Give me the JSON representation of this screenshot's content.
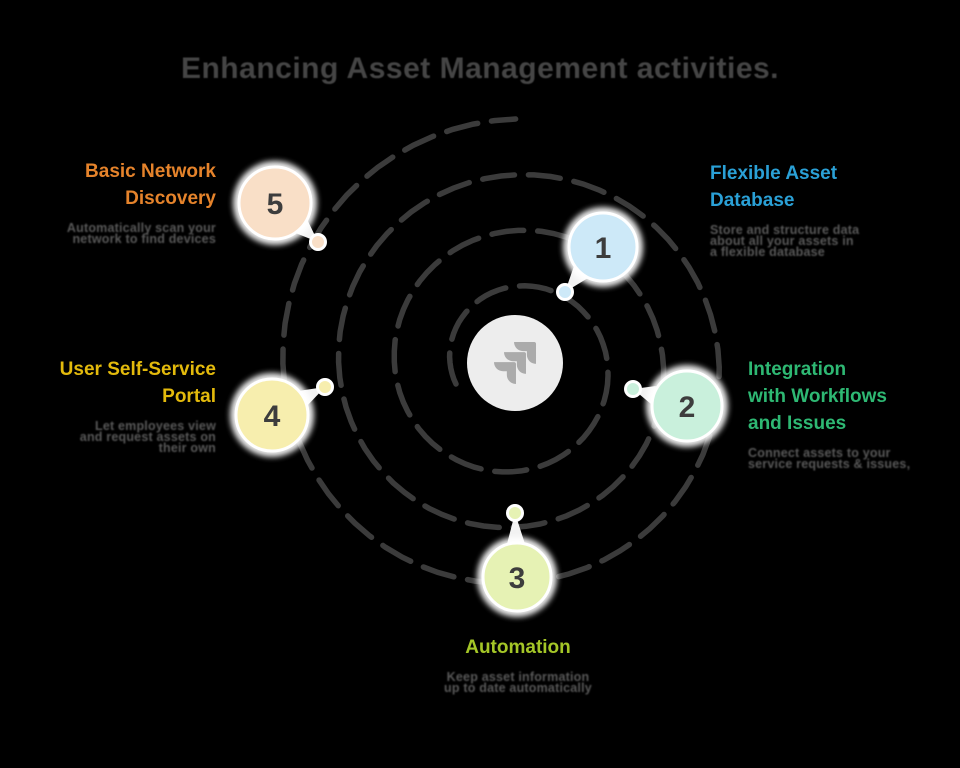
{
  "title": "Enhancing Asset Management activities.",
  "background_color": "#000000",
  "spiral_color": "#3b3b3b",
  "center": {
    "logo": "jira-logo",
    "circle_color": "#ededed",
    "logo_color": "#ababab"
  },
  "items": [
    {
      "number": "1",
      "label": "Flexible Asset\nDatabase",
      "description": "Store and structure data\nabout all your assets in\na flexible database",
      "colors": {
        "label": "#2aa0d6",
        "bubble": "#cde9f8"
      }
    },
    {
      "number": "2",
      "label": "Integration\nwith Workflows\nand Issues",
      "description": "Connect assets to your\nservice requests & issues,",
      "colors": {
        "label": "#2eb873",
        "bubble": "#c9f0dc"
      }
    },
    {
      "number": "3",
      "label": "Automation",
      "description": "Keep asset information\nup to date automatically",
      "colors": {
        "label": "#a4c627",
        "bubble": "#e6f2b4"
      }
    },
    {
      "number": "4",
      "label": "User Self-Service\nPortal",
      "description": "Let employees view\nand request assets on\ntheir own",
      "colors": {
        "label": "#e3ba0c",
        "bubble": "#f7eeae"
      }
    },
    {
      "number": "5",
      "label": "Basic Network\nDiscovery",
      "description": "Automatically scan your\nnetwork to find devices",
      "colors": {
        "label": "#e5832b",
        "bubble": "#f9dfc7"
      }
    }
  ]
}
